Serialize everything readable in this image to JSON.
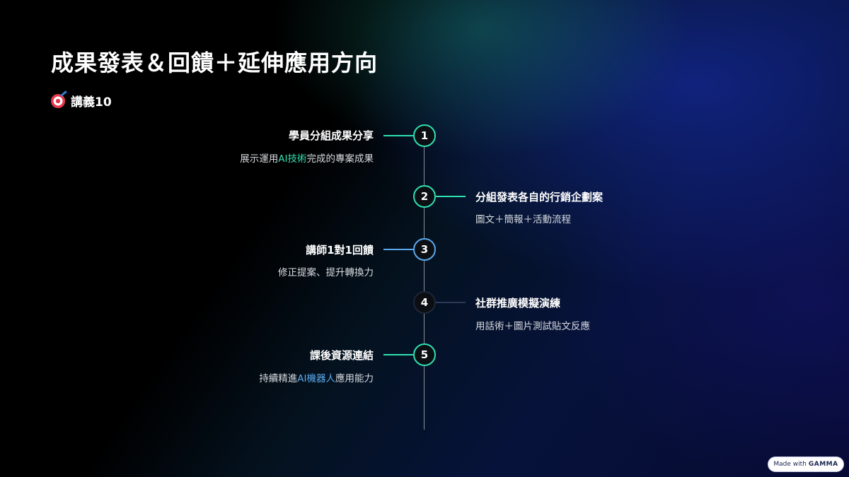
{
  "slide": {
    "title": "成果發表＆回饋＋延伸應用方向",
    "subtitle": "講義10",
    "subtitle_icon": "target-icon"
  },
  "timeline": {
    "items": [
      {
        "number": "1",
        "title": "學員分組成果分享",
        "desc_pre": "展示運用",
        "desc_highlight": "AI技術",
        "desc_post": "完成的專案成果",
        "side": "left",
        "accent": "#2fe0b0"
      },
      {
        "number": "2",
        "title": "分組發表各自的行銷企劃案",
        "desc_pre": "圖文＋簡報＋活動流程",
        "desc_highlight": "",
        "desc_post": "",
        "side": "right",
        "accent": "#2fe0b0"
      },
      {
        "number": "3",
        "title": "講師1對1回饋",
        "desc_pre": "修正提案、提升轉換力",
        "desc_highlight": "",
        "desc_post": "",
        "side": "left",
        "accent": "#5aa9ee"
      },
      {
        "number": "4",
        "title": "社群推廣模擬演練",
        "desc_pre": "用話術＋圖片測試貼文反應",
        "desc_highlight": "",
        "desc_post": "",
        "side": "right",
        "accent": "#2d3a55"
      },
      {
        "number": "5",
        "title": "課後資源連結",
        "desc_pre": "持續精進",
        "desc_highlight": "AI機器人",
        "desc_post": "應用能力",
        "side": "left",
        "accent": "#2fe0b0"
      }
    ]
  },
  "badge": {
    "prefix": "Made with",
    "brand": "GAMMA"
  }
}
